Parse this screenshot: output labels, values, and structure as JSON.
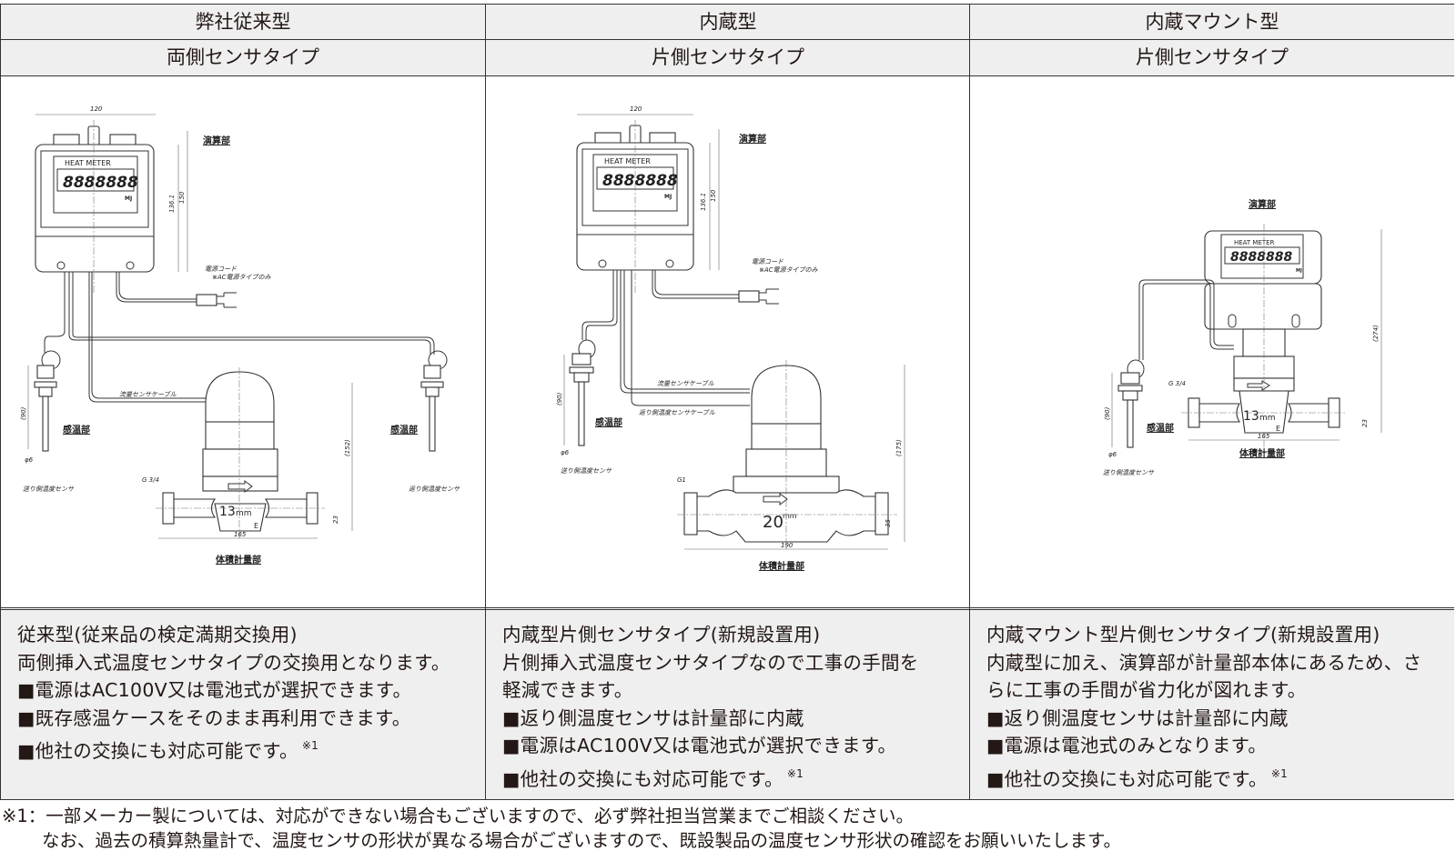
{
  "columns": [
    {
      "header": "弊社従来型",
      "subheader": "両側センサタイプ",
      "figure": {
        "calc_label": "演算部",
        "meter_title": "HEAT METER",
        "display": "8888888",
        "unit": "MJ",
        "power_cord": "電源コード",
        "power_note": "※AC電源タイプのみ",
        "flow_cable": "流量センサケーブル",
        "sensor_label_left": "感温部",
        "sensor_label_right": "感温部",
        "supply_sensor": "送り側温度センサ",
        "return_sensor": "返り側温度センサ",
        "volume_label": "体積計量部",
        "bore": "13",
        "bore_unit": "mm",
        "mark": "E",
        "thread": "G 3/4",
        "dims": {
          "width": "120",
          "height_inner": "136.1",
          "height": "150",
          "sensor_len": "(90)",
          "sensor_dia": "φ6",
          "meter_h": "(152)",
          "meter_low": "23",
          "meter_w": "165"
        }
      },
      "desc": {
        "title": "従来型(従来品の検定満期交換用)",
        "lines": [
          "両側挿入式温度センサタイプの交換用となります。"
        ],
        "bullets": [
          "■電源はAC100V又は電池式が選択できます。",
          "■既存感温ケースをそのまま再利用できます。",
          "■他社の交換にも対応可能です。"
        ],
        "footnote_ref": "※1"
      }
    },
    {
      "header": "内蔵型",
      "subheader": "片側センサタイプ",
      "figure": {
        "calc_label": "演算部",
        "meter_title": "HEAT METER",
        "display": "8888888",
        "unit": "MJ",
        "power_cord": "電源コード",
        "power_note": "※AC電源タイプのみ",
        "flow_cable": "流量センサケーブル",
        "return_cable": "返り側温度センサケーブル",
        "sensor_label": "感温部",
        "supply_sensor": "送り側温度センサ",
        "volume_label": "体積計量部",
        "bore": "20",
        "bore_unit": "mm",
        "thread": "G1",
        "dims": {
          "width": "120",
          "height_inner": "136.1",
          "height": "150",
          "sensor_len": "(90)",
          "sensor_dia": "φ6",
          "meter_h": "(175)",
          "meter_low": "35",
          "meter_w": "190"
        }
      },
      "desc": {
        "title": "内蔵型片側センサタイプ(新規設置用)",
        "lines": [
          "片側挿入式温度センサタイプなので工事の手間を",
          "軽減できます。"
        ],
        "bullets": [
          "■返り側温度センサは計量部に内蔵",
          "■電源はAC100V又は電池式が選択できます。",
          "■他社の交換にも対応可能です。"
        ],
        "footnote_ref": "※1"
      }
    },
    {
      "header": "内蔵マウント型",
      "subheader": "片側センサタイプ",
      "figure": {
        "calc_label": "演算部",
        "meter_title": "HEAT METER",
        "display": "8888888",
        "unit": "MJ",
        "sensor_label": "感温部",
        "supply_sensor": "送り側温度センサ",
        "volume_label": "体積計量部",
        "bore": "13",
        "bore_unit": "mm",
        "mark": "E",
        "thread": "G 3/4",
        "dims": {
          "sensor_len": "(90)",
          "sensor_dia": "φ6",
          "total_h": "(274)",
          "meter_low": "23",
          "meter_w": "165"
        }
      },
      "desc": {
        "title": "内蔵マウント型片側センサタイプ(新規設置用)",
        "lines": [
          "内蔵型に加え、演算部が計量部本体にあるため、さ",
          "らに工事の手間が省力化が図れます。"
        ],
        "bullets": [
          "■返り側温度センサは計量部に内蔵",
          "■電源は電池式のみとなります。",
          "■他社の交換にも対応可能です。"
        ],
        "footnote_ref": "※1"
      }
    }
  ],
  "footnote": {
    "line1": "※1：一部メーカー製については、対応ができない場合もございますので、必ず弊社担当営業までご相談ください。",
    "line2": "なお、過去の積算熱量計で、温度センサの形状が異なる場合がございますので、既設製品の温度センサ形状の確認をお願いいたします。"
  }
}
